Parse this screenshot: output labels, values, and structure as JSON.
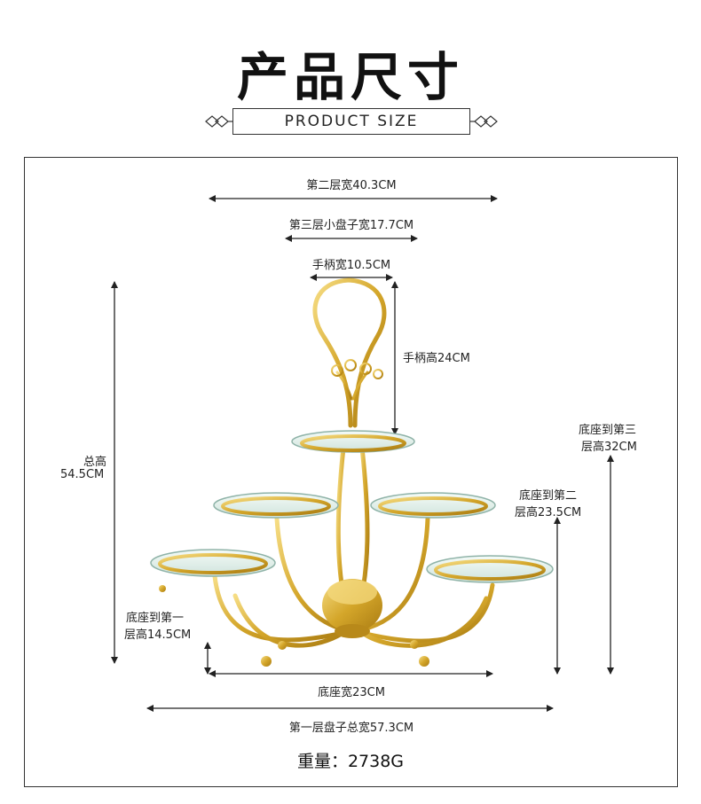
{
  "header": {
    "title_cn": "产品尺寸",
    "subtitle_en": "PRODUCT SIZE"
  },
  "dimensions": {
    "tier2_width": "第二层宽40.3CM",
    "tier3_plate_width": "第三层小盘子宽17.7CM",
    "handle_width": "手柄宽10.5CM",
    "handle_height": "手柄高24CM",
    "total_height_line1": "总高",
    "total_height_line2": "54.5CM",
    "base_to_tier3_line1": "底座到第三",
    "base_to_tier3_line2": "层高32CM",
    "base_to_tier2_line1": "底座到第二",
    "base_to_tier2_line2": "层高23.5CM",
    "base_to_tier1_line1": "底座到第一",
    "base_to_tier1_line2": "层高14.5CM",
    "base_width": "底座宽23CM",
    "tier1_total_width": "第一层盘子总宽57.3CM"
  },
  "weight": "重量：2738G",
  "colors": {
    "gold": "#d4a62a",
    "gold_light": "#f3d77a",
    "glass": "#e8f3ef",
    "line": "#222222"
  }
}
